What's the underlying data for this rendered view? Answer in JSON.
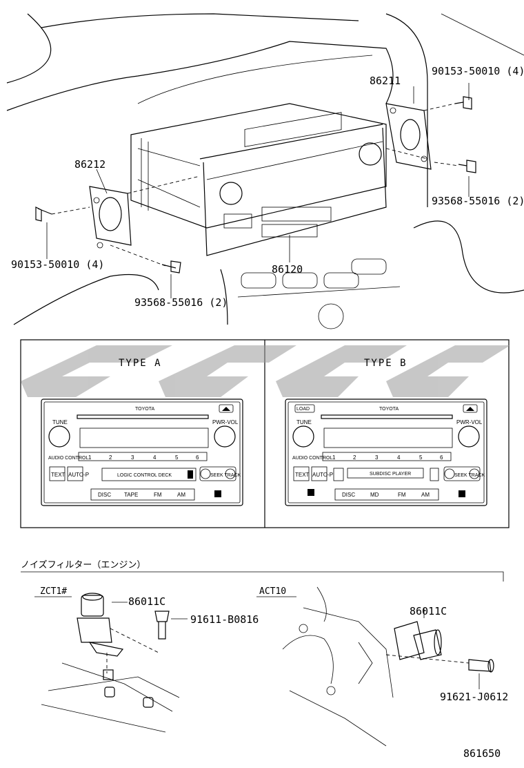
{
  "parts": {
    "p86211": "86211",
    "p86212": "86212",
    "p86120": "86120",
    "p90153_right": "90153-50010 (4)",
    "p93568_right": "93568-55016 (2)",
    "p90153_left": "90153-50010 (4)",
    "p93568_left": "93568-55016 (2)"
  },
  "types": {
    "type_a": "TYPE  A",
    "type_b": "TYPE  B"
  },
  "radio_a": {
    "brand": "TOYOTA",
    "tune": "TUNE",
    "pwr_vol": "PWR-VOL",
    "audio_control": "AUDIO CONTROL",
    "presets": [
      "1",
      "2",
      "3",
      "4",
      "5",
      "6"
    ],
    "text": "TEXT",
    "auto_p": "AUTO-P",
    "display": "LOGIC CONTROL DECK",
    "seek_track": "SEEK TRACK",
    "modes": [
      "DISC",
      "TAPE",
      "FM",
      "AM"
    ]
  },
  "radio_b": {
    "load": "LOAD",
    "brand": "TOYOTA",
    "tune": "TUNE",
    "pwr_vol": "PWR-VOL",
    "audio_control": "AUDIO CONTROL",
    "presets": [
      "1",
      "2",
      "3",
      "4",
      "5",
      "6"
    ],
    "text": "TEXT",
    "auto_p": "AUTO-P",
    "display": "SUBDISC PLAYER",
    "seek_track": "SEEK TRACK",
    "modes": [
      "DISC",
      "MD",
      "FM",
      "AM"
    ]
  },
  "noise_filter": {
    "heading": "ノイズフィルター（エンジン）",
    "zct": "ZCT1#",
    "act": "ACT10",
    "p86011c_left": "86011C",
    "p91611": "91611-B0816",
    "p86011c_right": "86011C",
    "p91621": "91621-J0612"
  },
  "figure_code": "861650"
}
